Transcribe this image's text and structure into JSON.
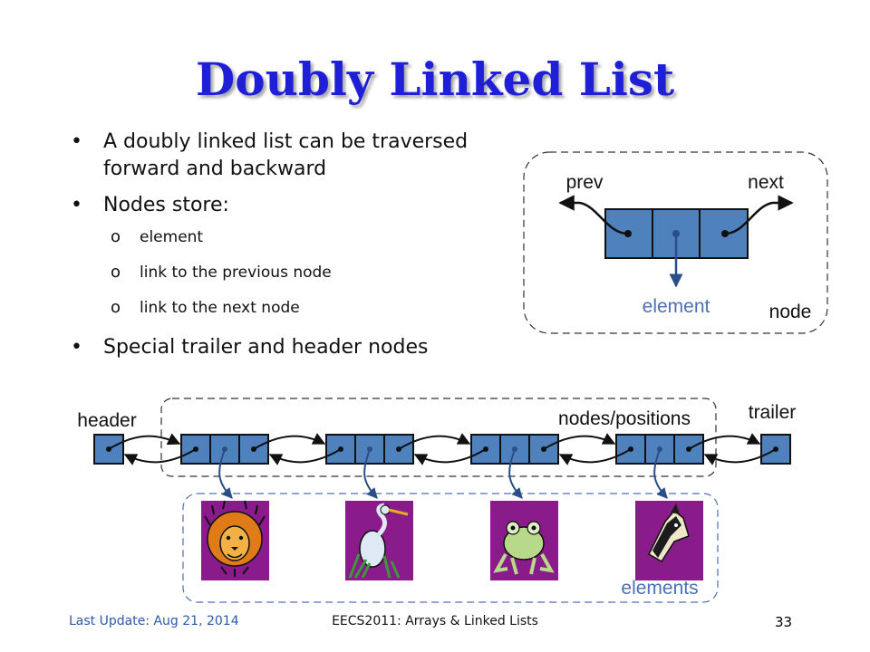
{
  "slide": {
    "title": "Doubly Linked List",
    "bullets": [
      "A doubly linked list can be traversed forward and backward",
      "Nodes store:",
      "Special trailer and header nodes"
    ],
    "sub_marker": "o",
    "sub_bullets": [
      "element",
      "link to the previous node",
      "link to the next node"
    ]
  },
  "node_diagram": {
    "prev_label": "prev",
    "next_label": "next",
    "element_label": "element",
    "node_label": "node"
  },
  "list_diagram": {
    "header_label": "header",
    "trailer_label": "trailer",
    "positions_label": "nodes/positions",
    "elements_label": "elements",
    "element_icons": [
      "lion-icon",
      "heron-icon",
      "frog-icon",
      "horse-icon"
    ]
  },
  "footer": {
    "date": "Last Update: Aug 21, 2014",
    "course": "EECS2011: Arrays & Linked Lists",
    "page": "33"
  },
  "colors": {
    "title": "#1f1fd8",
    "node_fill": "#4f81bd",
    "element_label": "#4f6fb5",
    "picture_bg": "#8a1b8a",
    "footer_date": "#2b5aa8"
  }
}
